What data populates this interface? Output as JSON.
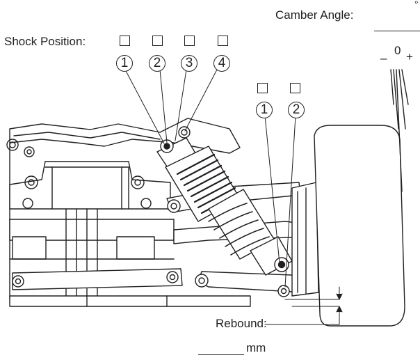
{
  "camber": {
    "label": "Camber Angle:",
    "unit": "°",
    "scale_minus": "–",
    "scale_zero": "0",
    "scale_plus": "+"
  },
  "shock_position": {
    "label": "Shock Position:",
    "positions": [
      "1",
      "2",
      "3",
      "4"
    ]
  },
  "lower_mount": {
    "positions": [
      "1",
      "2"
    ]
  },
  "rebound": {
    "label": "Rebound:",
    "unit": "mm"
  }
}
